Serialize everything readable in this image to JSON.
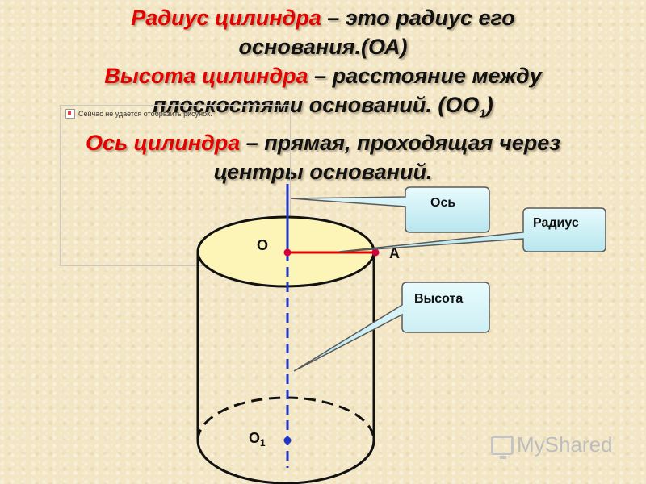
{
  "title": {
    "line1_term": "Радиус цилиндра",
    "line1_rest": " – это радиус его",
    "line2": "основания.(ОА)",
    "line3_term": "Высота цилиндра",
    "line3_rest": " – расстояние между",
    "line4_pre": "плоскостями оснований. (ОО",
    "line4_sub": "1",
    "line4_post": ")",
    "line5_term": "Ось цилиндра",
    "line5_rest": " – прямая, проходящая через",
    "line6": "центры оснований."
  },
  "broken_image": {
    "message": "Сейчас не удается отобразить рисунок."
  },
  "diagram": {
    "label_O": "O",
    "label_A": "A",
    "label_O1": "O",
    "label_O1_sub": "1",
    "callouts": {
      "axis": "Ось",
      "radius": "Радиус",
      "height": "Высота"
    },
    "colors": {
      "top_fill": "#fdf5b8",
      "axis": "#1f36c8",
      "radius": "#e60000",
      "callout_fill": "#c8eef3"
    }
  },
  "watermark": {
    "text": "MyShared"
  }
}
